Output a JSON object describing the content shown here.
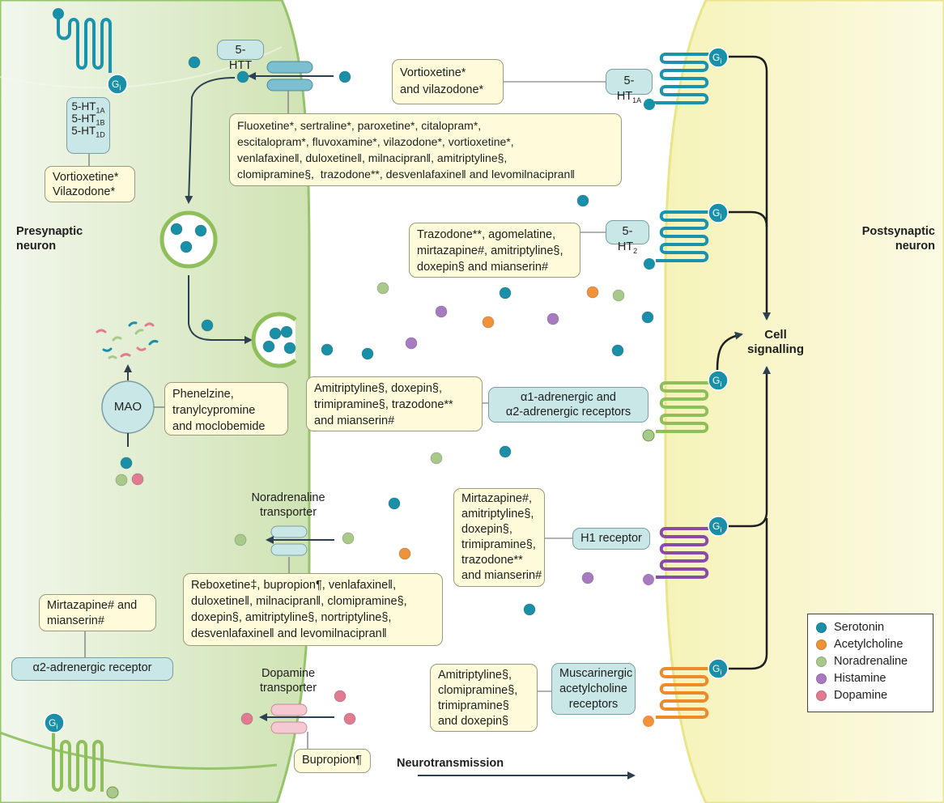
{
  "labels": {
    "presynaptic": "Presynaptic\nneuron",
    "postsynaptic": "Postsynaptic\nneuron",
    "cell_signalling": "Cell\nsignalling",
    "neurotransmission": "Neurotransmission",
    "noradrenaline_transporter": "Noradrenaline\ntransporter",
    "dopamine_transporter": "Dopamine\ntransporter",
    "gi": "G",
    "gi_sub": "i"
  },
  "receptors": {
    "auto_5ht": [
      "5-HT",
      "1A",
      "5-HT",
      "1B",
      "5-HT",
      "1D"
    ],
    "htt": "5-HTT",
    "ht1a": "5-HT",
    "ht1a_sub": "1A",
    "ht2": "5-HT",
    "ht2_sub": "2",
    "alpha12": "α1-adrenergic and\nα2-adrenergic receptors",
    "h1": "H1 receptor",
    "muscarinic": "Muscarinergic\nacetylcholine\nreceptors",
    "alpha2_pre": "α2-adrenergic receptor",
    "mao": "MAO"
  },
  "drugs": {
    "vort_vila_pre": "Vortioxetine*\nVilazodone*",
    "vort_vila_post": "Vortioxetine*\nand vilazodone*",
    "sert_list": "Fluoxetine*, sertraline*, paroxetine*, citalopram*,\nescitalopram*, fluvoxamine*, vilazodone*, vortioxetine*,\nvenlafaxine‖, duloxetine‖, milnacipran‖, amitriptyline§,\nclomipramine§,  trazodone**, desvenlafaxine‖ and levomilnacipran‖",
    "ht2_list": "Trazodone**, agomelatine,\nmirtazapine#, amitriptyline§,\ndoxepin§ and mianserin#",
    "mao_list": "Phenelzine,\ntranylcypromine\nand moclobemide",
    "alpha_list": "Amitriptyline§, doxepin§,\ntrimipramine§, trazodone**\nand mianserin#",
    "h1_list": "Mirtazapine#,\namitriptyline§,\ndoxepin§,\ntrimipramine§,\ntrazodone**\nand mianserin#",
    "net_list": "Reboxetine‡, bupropion¶, venlafaxine‖,\nduloxetine‖, milnacipran‖, clomipramine§,\ndoxepin§, amitriptyline§, nortriptyline§,\ndesvenlafaxine‖ and levomilnacipran‖",
    "alpha2_pre_list": "Mirtazapine# and\nmianserin#",
    "musc_list": "Amitriptyline§,\nclomipramine§,\ntrimipramine§\nand doxepin§",
    "dat_list": "Bupropion¶"
  },
  "legend": [
    {
      "label": "Serotonin",
      "color": "#1a8fa8"
    },
    {
      "label": "Acetylcholine",
      "color": "#f0923a"
    },
    {
      "label": "Noradrenaline",
      "color": "#a8c98a"
    },
    {
      "label": "Histamine",
      "color": "#a77bc0"
    },
    {
      "label": "Dopamine",
      "color": "#e27a92"
    }
  ],
  "colors": {
    "serotonin": "#1a8fa8",
    "acetylcholine": "#f0923a",
    "noradrenaline": "#a8c98a",
    "histamine": "#a77bc0",
    "dopamine": "#e27a92",
    "receptor_green": "#8fbf5a",
    "receptor_blue": "#1c93ad",
    "receptor_purple": "#8a4aa8",
    "receptor_orange": "#ec8a2c"
  }
}
